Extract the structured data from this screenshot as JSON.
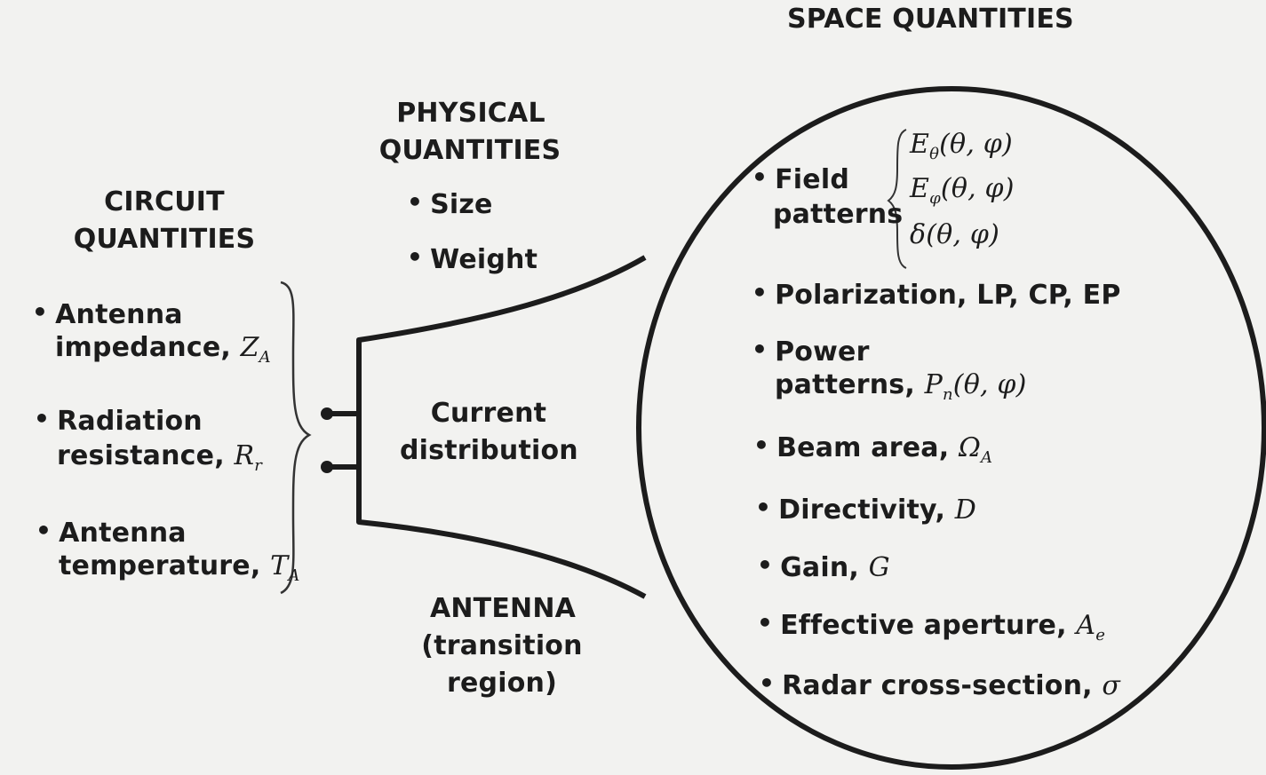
{
  "space": {
    "title": "SPACE QUANTITIES",
    "field_label_1": "Field",
    "field_label_2": "patterns",
    "e_theta": "E",
    "e_theta_sub": "θ",
    "e_theta_args": "(θ, φ)",
    "e_phi": "E",
    "e_phi_sub": "φ",
    "e_phi_args": "(θ, φ)",
    "delta": "δ(θ, φ)",
    "polarization": "Polarization, LP, CP, EP",
    "power_1": "Power",
    "power_2": "patterns,",
    "power_sym": "P",
    "power_sub": "n",
    "power_args": "(θ, φ)",
    "beam": "Beam area,",
    "beam_sym": "Ω",
    "beam_sub": "A",
    "directivity": "Directivity,",
    "directivity_sym": "D",
    "gain": "Gain,",
    "gain_sym": "G",
    "aperture": "Effective aperture,",
    "aperture_sym": "A",
    "aperture_sub": "e",
    "radar": "Radar cross-section,",
    "radar_sym": "σ"
  },
  "physical": {
    "title_1": "PHYSICAL",
    "title_2": "QUANTITIES",
    "size": "Size",
    "weight": "Weight"
  },
  "circuit": {
    "title_1": "CIRCUIT",
    "title_2": "QUANTITIES",
    "impedance_1": "Antenna",
    "impedance_2": "impedance,",
    "impedance_sym": "Z",
    "impedance_sub": "A",
    "resistance_1": "Radiation",
    "resistance_2": "resistance,",
    "resistance_sym": "R",
    "resistance_sub": "r",
    "temperature_1": "Antenna",
    "temperature_2": "temperature,",
    "temperature_sym": "T",
    "temperature_sub": "A"
  },
  "antenna": {
    "current_1": "Current",
    "current_2": "distribution",
    "label_1": "ANTENNA",
    "label_2": "(transition",
    "label_3": "region)"
  },
  "colors": {
    "ink": "#1c1c1c",
    "paper": "#f2f2f0"
  }
}
